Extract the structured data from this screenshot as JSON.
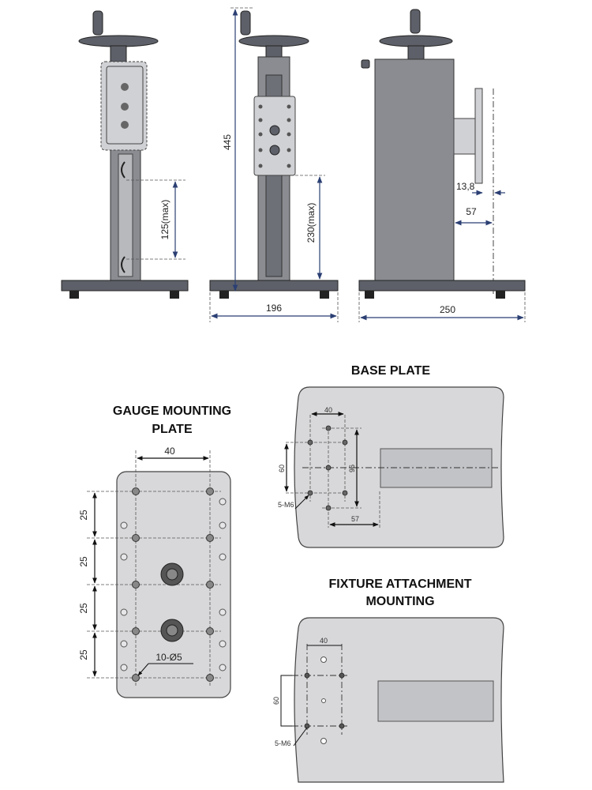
{
  "views": {
    "front": {
      "travel_label": "125(max)"
    },
    "side": {
      "height_label": "445",
      "travel_label": "230(max)",
      "width_label": "196"
    },
    "rear": {
      "offset_label": "13,8",
      "fixture_label": "57",
      "depth_label": "250"
    }
  },
  "gauge_plate": {
    "title_line1": "GAUGE MOUNTING",
    "title_line2": "PLATE",
    "width_label": "40",
    "pitch_labels": [
      "25",
      "25",
      "25",
      "25"
    ],
    "holes_label": "10-Ø5"
  },
  "base_plate": {
    "title": "BASE PLATE",
    "width_label": "40",
    "height_label": "60",
    "outer_label": "96",
    "offset_label": "57",
    "thread_label": "5-M6"
  },
  "fixture_plate": {
    "title_line1": "FIXTURE ATTACHMENT",
    "title_line2": "MOUNTING",
    "width_label": "40",
    "height_label": "60",
    "thread_label": "5-M6"
  },
  "colors": {
    "dimension": "#2b3f73",
    "metal": "#8a8c92",
    "plate": "#d8d8da"
  }
}
